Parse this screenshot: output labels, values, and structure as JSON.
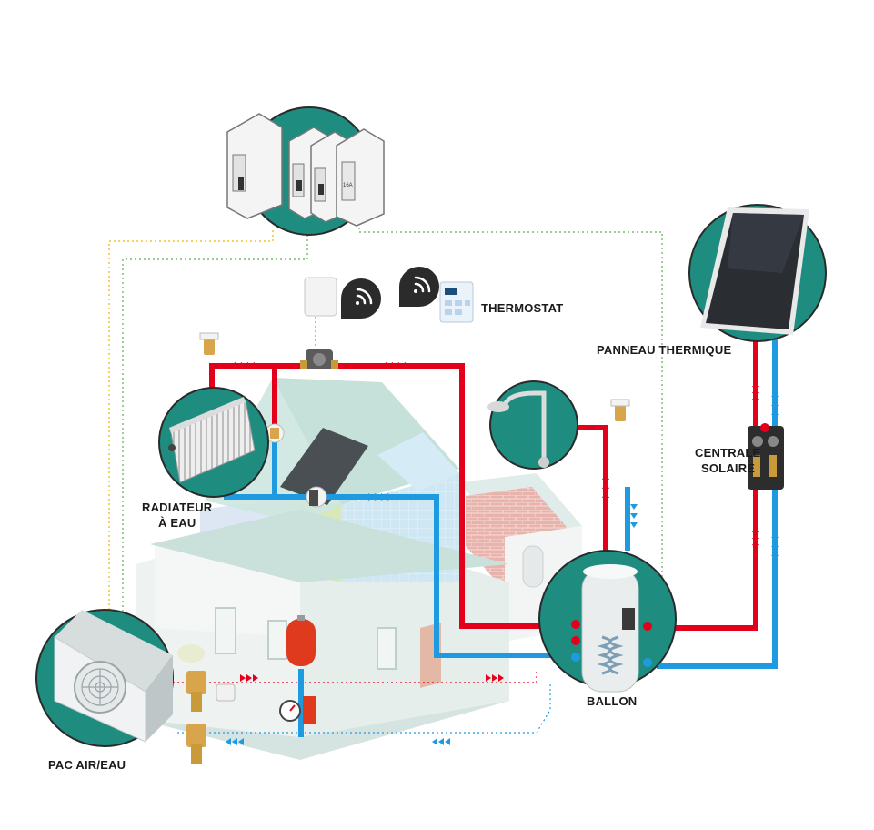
{
  "labels": {
    "thermostat": "THERMOSTAT",
    "panneau": "PANNEAU THERMIQUE",
    "centrale_line1": "CENTRALE",
    "centrale_line2": "SOLAIRE",
    "radiateur_line1": "RADIATEUR",
    "radiateur_line2": "À EAU",
    "ballon": "BALLON",
    "pac": "PAC AIR/EAU",
    "breaker_rating": "16A"
  },
  "colors": {
    "hot_pipe": "#e3001b",
    "cold_pipe": "#1e9be0",
    "circle_teal": "#1f8c80",
    "power_dotted_orange": "#f0b400",
    "power_dotted_green": "#5ab14f",
    "house_wall": "#eef3f2",
    "house_roof": "#bcdcd4"
  },
  "icons": {
    "wifi_left": "wifi-icon",
    "wifi_right": "wifi-icon"
  }
}
